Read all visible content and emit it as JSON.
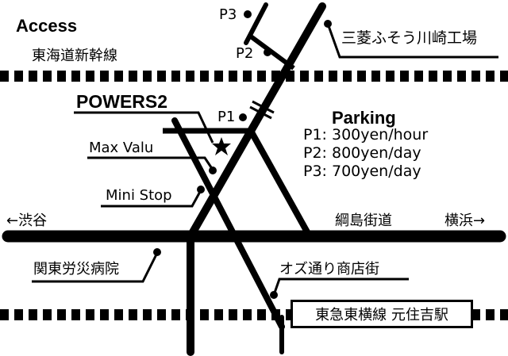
{
  "title": "Access",
  "venue": "POWERS2",
  "railways": {
    "shinkansen": "東海道新幹線",
    "toyoko_station": "東急東横線 元住吉駅"
  },
  "roads": {
    "main": "綱島街道",
    "west": "←渋谷",
    "east": "横浜→",
    "shopping_street": "オズ通り商店街"
  },
  "landmarks": {
    "factory": "三菱ふそう川崎工場",
    "maxvalu": "Max Valu",
    "ministop": "Mini Stop",
    "hospital": "関東労災病院"
  },
  "parking_markers": {
    "p1": "P1",
    "p2": "P2",
    "p3": "P3"
  },
  "parking": {
    "title": "Parking",
    "items": [
      "P1: 300yen/hour",
      "P2: 800yen/day",
      "P3: 700yen/day"
    ]
  },
  "colors": {
    "ink": "#000000",
    "background": "#ffffff"
  }
}
